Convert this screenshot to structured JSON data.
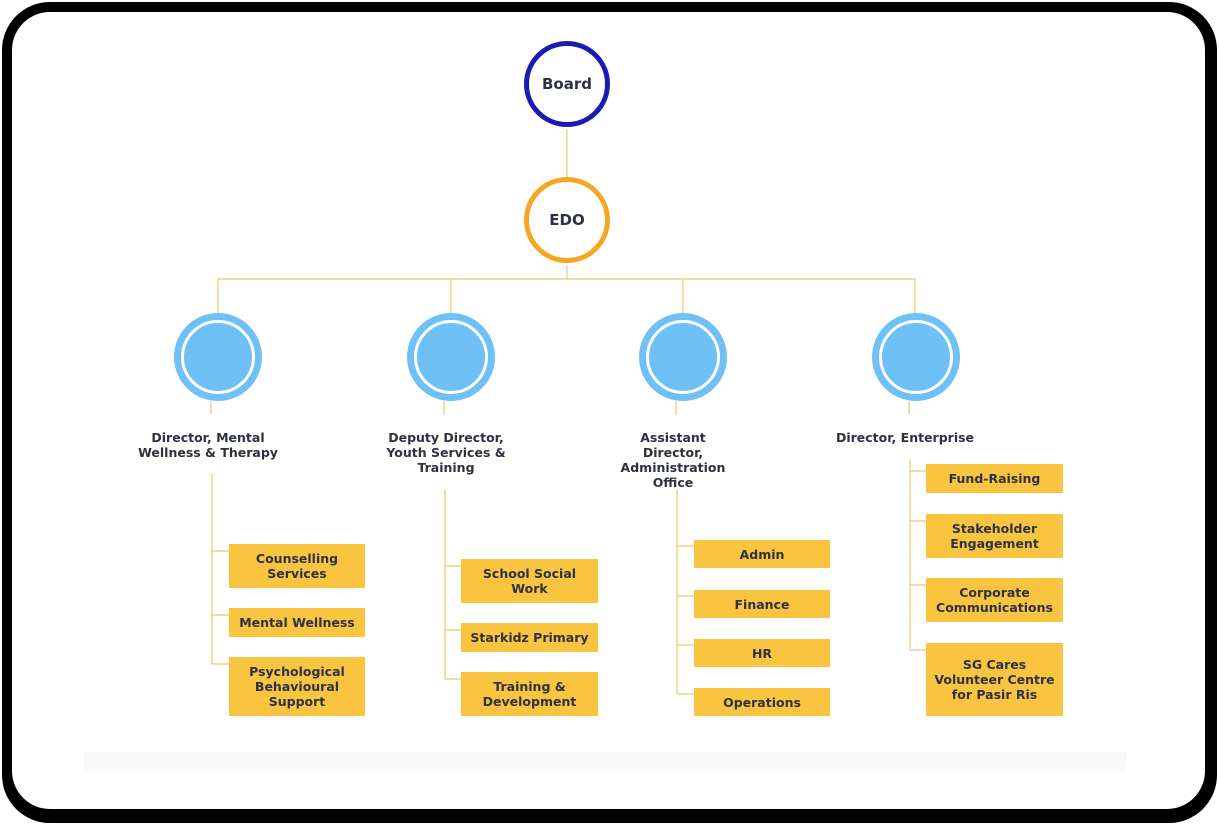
{
  "board": "Board",
  "edo": "EDO",
  "directors": [
    {
      "title": "Director, Mental Wellness & Therapy",
      "units": [
        "Counselling Services",
        "Mental Wellness",
        "Psychological Behavioural Support"
      ]
    },
    {
      "title": "Deputy Director, Youth Services & Training",
      "units": [
        "School Social Work",
        "Starkidz Primary",
        "Training & Development"
      ]
    },
    {
      "title": "Assistant Director, Administration Office",
      "units": [
        "Admin",
        "Finance",
        "HR",
        "Operations"
      ]
    },
    {
      "title": "Director, Enterprise",
      "units": [
        "Fund-Raising",
        "Stakeholder Engagement",
        "Corporate Communications",
        "SG Cares Volunteer Centre for Pasir Ris"
      ]
    }
  ],
  "colors": {
    "board_ring": "#1b1bb3",
    "edo_ring": "#f5a623",
    "director_circle": "#6ec0f7",
    "unit_box": "#f9c440",
    "connector": "#f5c46a"
  }
}
